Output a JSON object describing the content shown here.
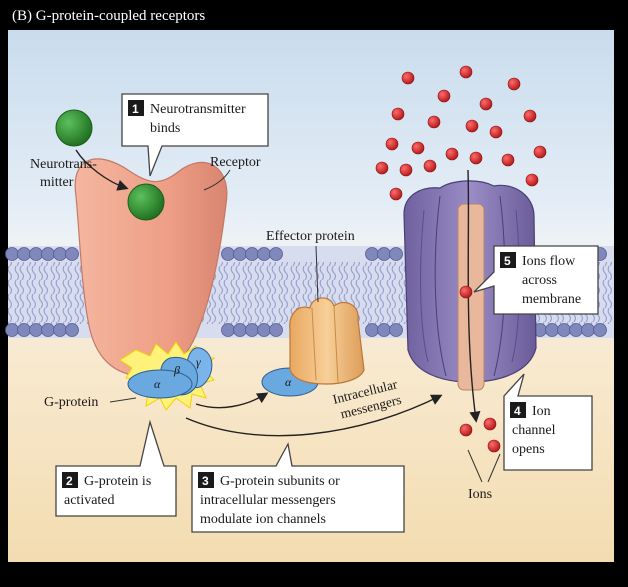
{
  "figure": {
    "title": "(B) G-protein-coupled receptors"
  },
  "labels": {
    "neurotransmitter": [
      "Neurotrans-",
      "mitter"
    ],
    "receptor": "Receptor",
    "effector": "Effector protein",
    "g_protein": "G-protein",
    "intracellular": [
      "Intracellular",
      "messengers"
    ],
    "ions": "Ions",
    "alpha": "α",
    "beta": "β",
    "gamma": "γ"
  },
  "steps": [
    {
      "number": "1",
      "lines": [
        "Neurotransmitter",
        "binds"
      ]
    },
    {
      "number": "2",
      "lines": [
        "G-protein is",
        "activated"
      ]
    },
    {
      "number": "3",
      "lines": [
        "G-protein subunits or",
        "intracellular messengers",
        "modulate ion channels"
      ]
    },
    {
      "number": "4",
      "lines": [
        "Ion",
        "channel",
        "opens"
      ]
    },
    {
      "number": "5",
      "lines": [
        "Ions flow",
        "across",
        "membrane"
      ]
    }
  ],
  "colors": {
    "extracellular": "#dde9f4",
    "cytoplasm": "#f6e2bd",
    "membrane_head": "#8088bc",
    "receptor": "#f0a890",
    "neurotransmitter": "#2e8b2e",
    "g_protein": "#6aa8e0",
    "effector": "#f2bf80",
    "channel": "#8b7bb5",
    "ion": "#d63030",
    "burst": "#fff27a"
  }
}
